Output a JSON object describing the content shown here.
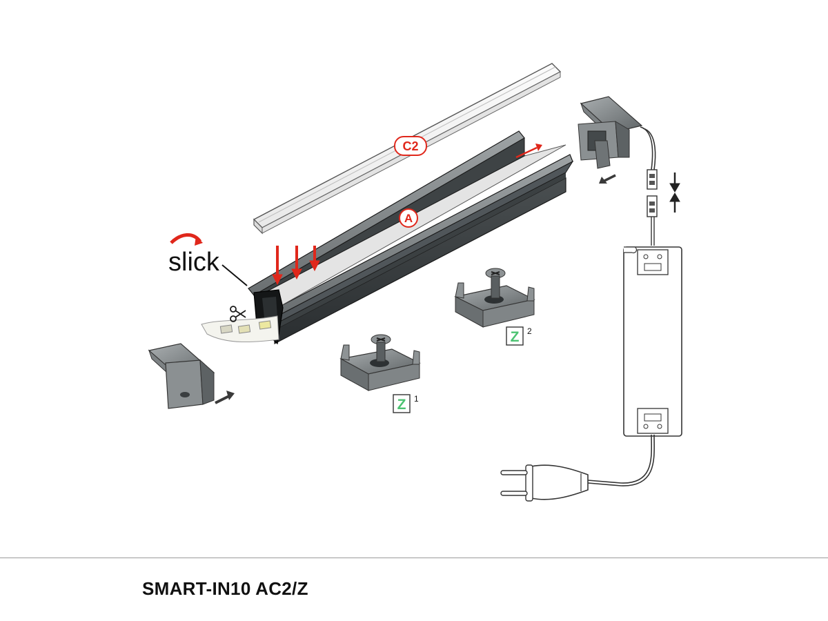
{
  "labels": {
    "cover_label": "C2",
    "profile_label": "A",
    "clip_label": "Z",
    "clip_1_index": "1",
    "clip_2_index": "2",
    "brand_word": "slick"
  },
  "colors": {
    "accent_red": "#e0271b",
    "clip_green": "#4cc372",
    "profile_grey": "#6f7476",
    "profile_dark": "#2f3335",
    "line_black": "#1a1a1a"
  },
  "footer": {
    "product_code": "SMART-IN10 AC2/Z"
  },
  "icons": [
    "scissors-icon",
    "insert-arrow-icon",
    "press-arrow-icon",
    "slide-arrow-icon",
    "connector-gap-arrows-icon",
    "brand-swoosh-icon"
  ]
}
